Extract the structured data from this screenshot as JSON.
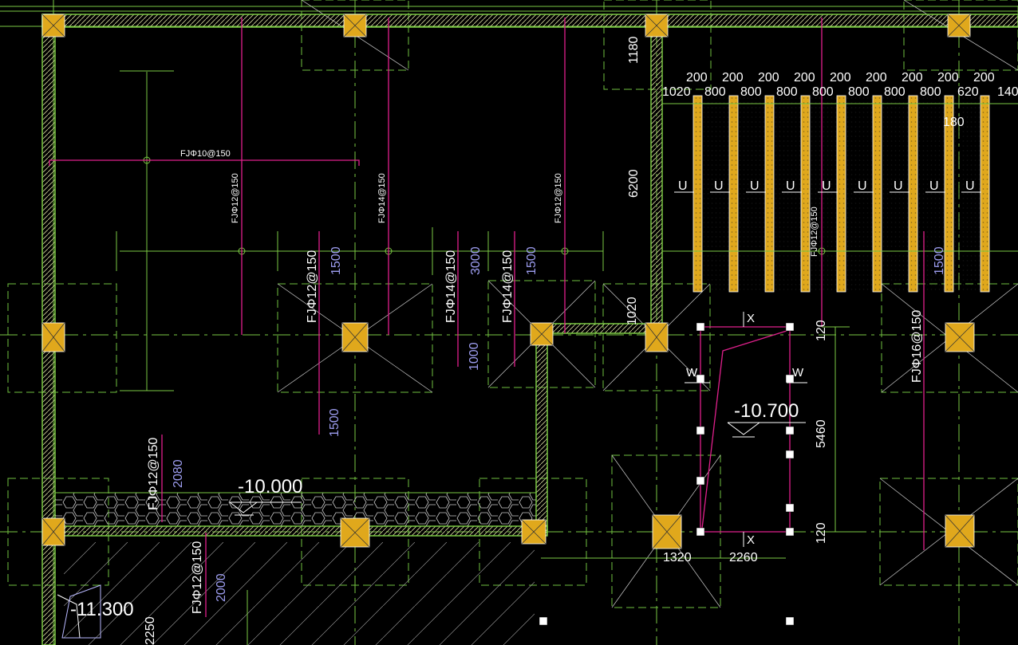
{
  "drawing": {
    "background": "#000000",
    "colors": {
      "wall": "#7ac943",
      "wall_hatch": "#d8d8a0",
      "grid": "#7ac943",
      "dash": "#6fbf3f",
      "column_fill": "#e0a81c",
      "column_edge": "#ffffff",
      "rebar": "#e0208c",
      "label": "#ffffff",
      "dimension_lavender": "#9d9df0",
      "strip_fill": "#e0a81c"
    },
    "rebar_labels": {
      "horizontal_top": "FJΦ10@150",
      "vert_1": "FJΦ12@150",
      "vert_2": "FJΦ14@150",
      "vert_3": "FJΦ12@150",
      "mid_1": "FJΦ12@150",
      "mid_2": "FJΦ14@150",
      "mid_3": "FJΦ14@150",
      "right_upper": "FJΦ12@150",
      "right_lower": "FJΦ16@150",
      "bottom_1": "FJΦ12@150",
      "bottom_2": "FJΦ12@150"
    },
    "dimensions": {
      "d1500a": "1500",
      "d3000": "3000",
      "d1500b": "1500",
      "d1500c": "1500",
      "d1000": "1000",
      "d1500d": "1500",
      "d2080": "2080",
      "d2000": "2000",
      "d2250": "2250",
      "d1180": "1180",
      "d6200": "6200",
      "d1020": "1020",
      "d120a": "120",
      "d5460": "5460",
      "d120b": "120",
      "d1320": "1320",
      "d2260": "2260",
      "d180": "180"
    },
    "top_dim_row1": [
      "200",
      "200",
      "200",
      "200",
      "200",
      "200",
      "200",
      "200",
      "200"
    ],
    "top_dim_row2": [
      "1020",
      "800",
      "800",
      "800",
      "800",
      "800",
      "800",
      "800",
      "620",
      "140"
    ],
    "u_marks": [
      "U",
      "U",
      "U",
      "U",
      "U",
      "U",
      "U",
      "U",
      "U"
    ],
    "section_marks": {
      "x_top": "X",
      "x_bottom": "X",
      "w_left": "W",
      "w_right": "W"
    },
    "elevations": {
      "e1": "-10.700",
      "e2": "-10.000",
      "e3": "-11.300"
    }
  }
}
